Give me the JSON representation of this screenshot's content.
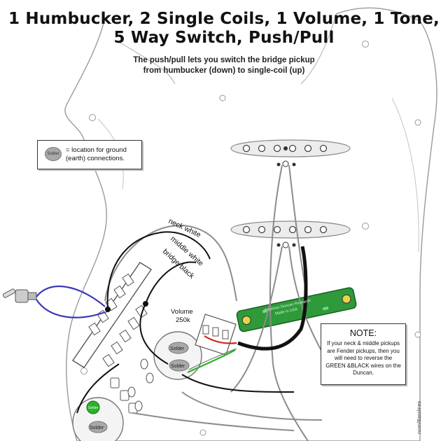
{
  "title": {
    "line1": "1 Humbucker, 2 Single Coils, 1 Volume, 1 Tone,",
    "line2": "5 Way Switch, Push/Pull"
  },
  "subtitle": {
    "line1": "The push/pull lets you switch the bridge pickup",
    "line2": "from humbucker (down) to single-coil (up)"
  },
  "legend": {
    "dot_label": "Solder",
    "text": "= location for ground (earth) connections."
  },
  "note": {
    "title": "NOTE:",
    "text": "If your neck & middle pickups are Fender pickups, then you will need to reverse the GREEN &BLACK wires on the Duncan."
  },
  "wire_labels": {
    "neck": "neck white",
    "middle": "middle white",
    "bridge": "bridge black"
  },
  "volume": {
    "name": "Volume",
    "value": "250k"
  },
  "solder_label": "Solder",
  "humbucker": {
    "brand": "Seymour Duncan Research",
    "origin": "Made in USA"
  },
  "credit": "ncon/Basslines",
  "colors": {
    "outline": "#9a9a9a",
    "wire_dark": "#111111",
    "wire_gray": "#8c8c8c",
    "wire_blue": "#3a3ab8",
    "wire_red": "#d42020",
    "wire_green": "#27b427",
    "pcb_green": "#2e9a3a",
    "solder_gray": "#a9a9a9"
  }
}
